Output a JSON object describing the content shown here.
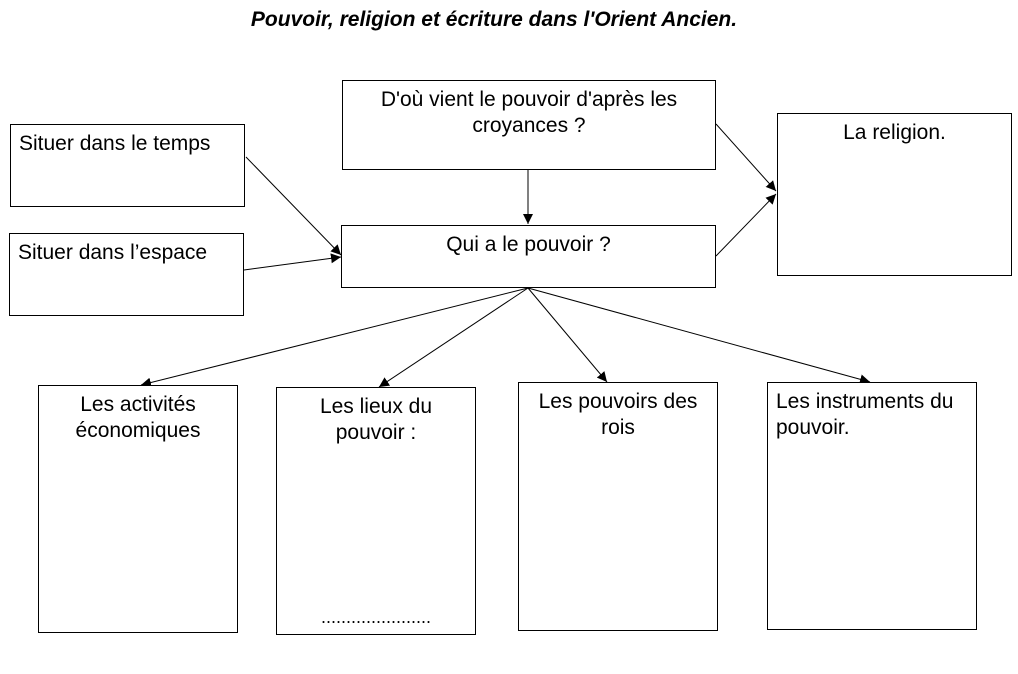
{
  "title": "Pouvoir, religion et écriture dans l'Orient Ancien.",
  "nodes": {
    "croyances": "D'où vient le pouvoir d'après les croyances ?",
    "temps": "Situer dans le temps",
    "espace": "Situer dans l’espace",
    "pouvoir": "Qui a le pouvoir  ?",
    "religion": "La religion.",
    "activites": "Les activités économiques",
    "lieux": "Les lieux du pouvoir :",
    "lieux_dots": "......................",
    "rois": "Les pouvoirs des rois",
    "instruments": "Les instruments du pouvoir."
  }
}
